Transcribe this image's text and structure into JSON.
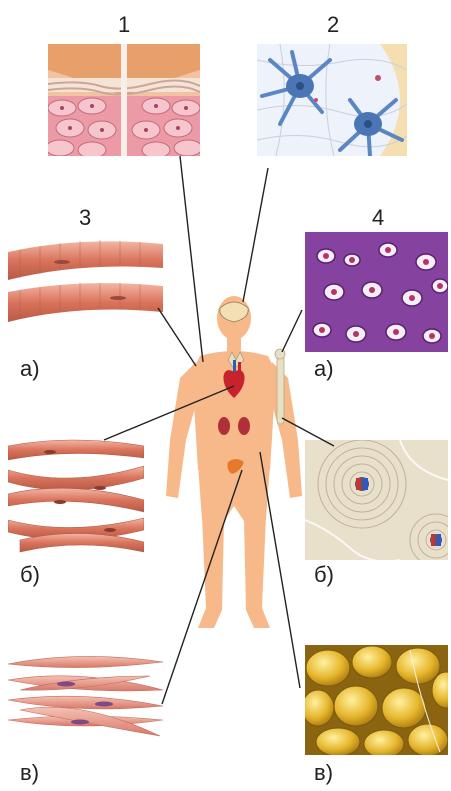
{
  "labels": {
    "num1": "1",
    "num2": "2",
    "num3": "3",
    "num4": "4",
    "left_a": "а)",
    "left_b": "б)",
    "left_c": "в)",
    "right_a": "а)",
    "right_b": "б)",
    "right_c": "в)"
  },
  "colors": {
    "skin": "#f7b98a",
    "muscle": "#e28a76",
    "neuron": "#5b86c4",
    "cartilage": "#8e4aa6",
    "fat": "#e2b52c",
    "bone": "#e9e0cc",
    "line": "#222222"
  }
}
